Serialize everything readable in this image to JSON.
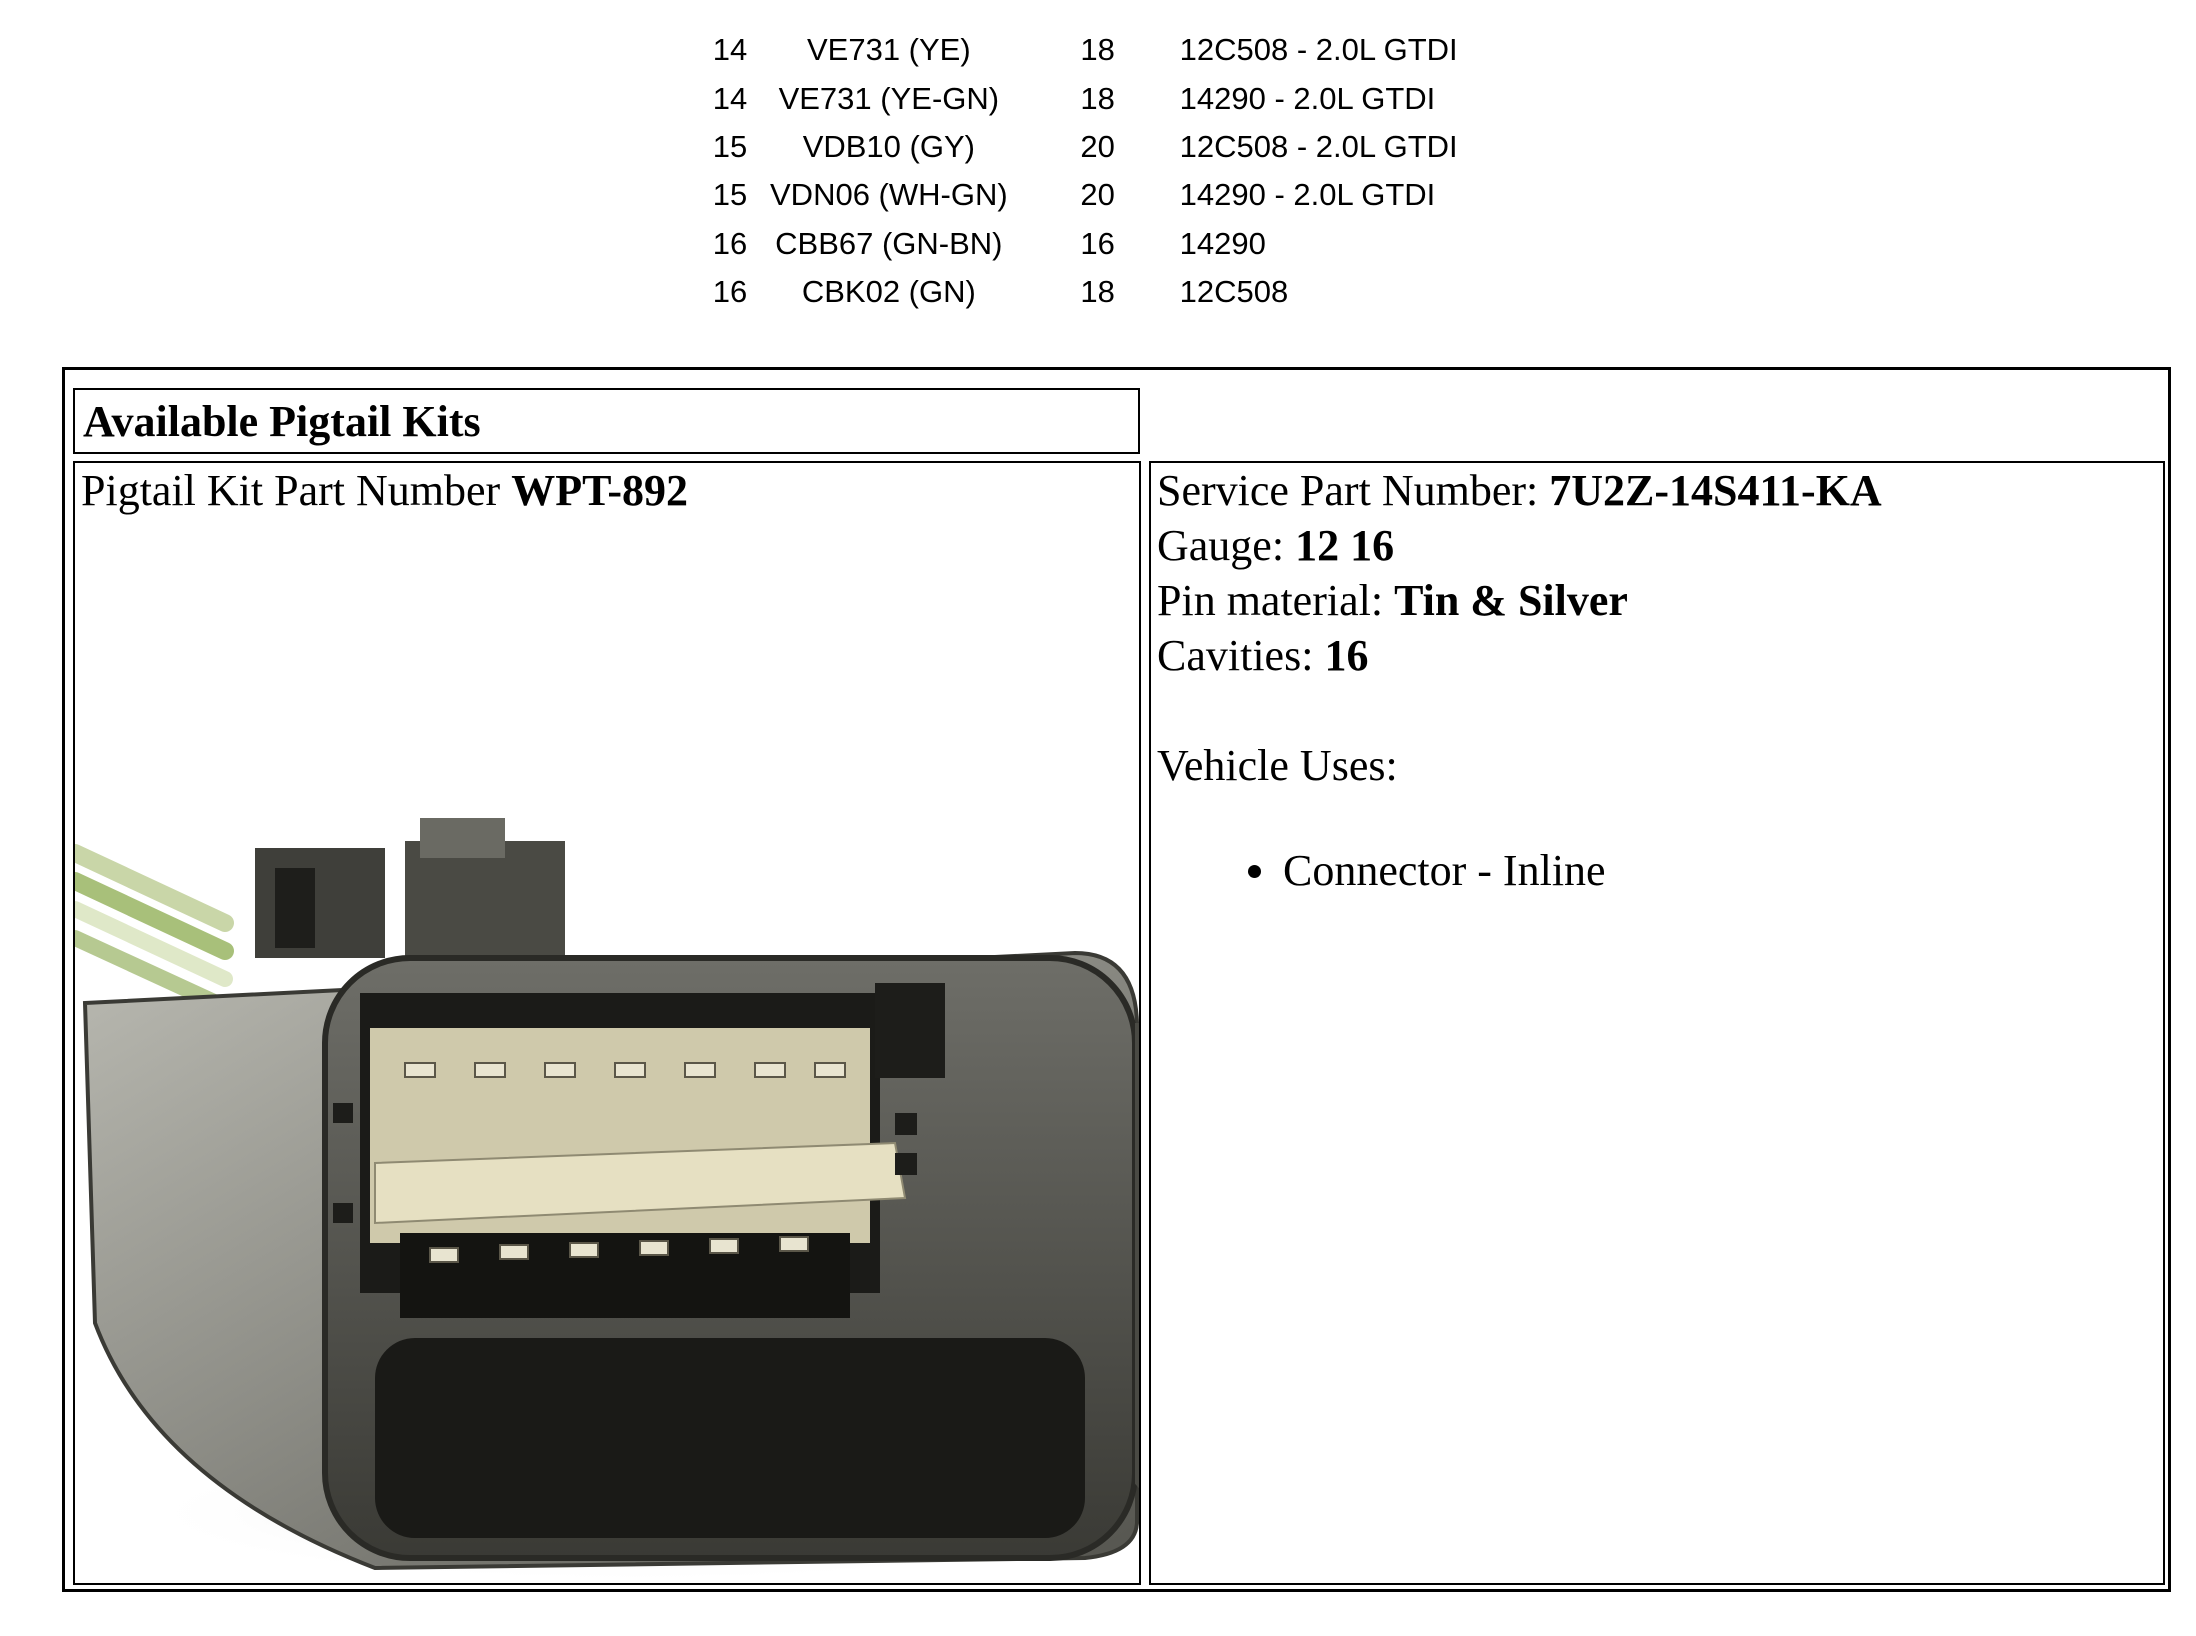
{
  "wiring_rows": [
    {
      "pin": "14",
      "circuit": "VE731 (YE)",
      "gauge": "18",
      "note": "12C508 - 2.0L GTDI"
    },
    {
      "pin": "14",
      "circuit": "VE731 (YE-GN)",
      "gauge": "18",
      "note": "14290 - 2.0L GTDI"
    },
    {
      "pin": "15",
      "circuit": "VDB10 (GY)",
      "gauge": "20",
      "note": "12C508 - 2.0L GTDI"
    },
    {
      "pin": "15",
      "circuit": "VDN06 (WH-GN)",
      "gauge": "20",
      "note": "14290 - 2.0L GTDI"
    },
    {
      "pin": "16",
      "circuit": "CBB67 (GN-BN)",
      "gauge": "16",
      "note": "14290"
    },
    {
      "pin": "16",
      "circuit": "CBK02 (GN)",
      "gauge": "18",
      "note": "12C508"
    }
  ],
  "kit": {
    "header": "Available Pigtail Kits",
    "part_label": "Pigtail Kit Part Number ",
    "part_number": "WPT-892",
    "service_label": "Service Part Number: ",
    "service_number": "7U2Z-14S411-KA",
    "gauge_label": "Gauge: ",
    "gauge_value": "12 16",
    "pin_label": "Pin material: ",
    "pin_value": "Tin & Silver",
    "cavities_label": "Cavities: ",
    "cavities_value": "16",
    "uses_label": "Vehicle Uses:",
    "uses": [
      "Connector - Inline"
    ]
  }
}
